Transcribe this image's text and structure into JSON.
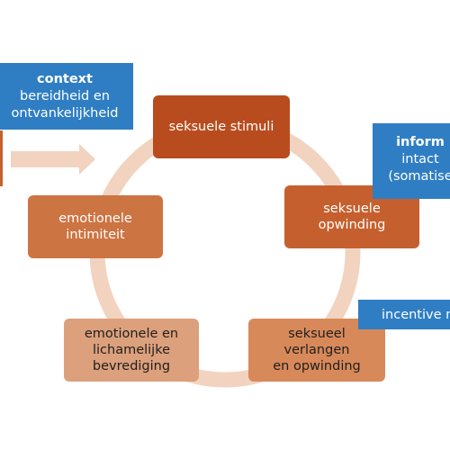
{
  "diagram": {
    "nodes": {
      "seksuele_stimuli": "seksuele stimuli",
      "seksuele_opwinding": "seksuele opwinding",
      "verlangen_line1": "seksueel verlangen",
      "verlangen_line2": "en opwinding",
      "bevrediging_line1": "emotionele en",
      "bevrediging_line2": "lichamelijke",
      "bevrediging_line3": "bevrediging",
      "intimiteit_line1": "emotionele",
      "intimiteit_line2": "intimiteit"
    },
    "context_box": {
      "title": "context",
      "line1": "bereidheid en",
      "line2": "ontvankelijkheid"
    },
    "info_box": {
      "title": "inform",
      "line1": "intact",
      "line2": "(somatise"
    },
    "incentive_box": {
      "label": "incentive m"
    },
    "colors": {
      "blue": "#2f7ec3",
      "ring": "#f1d3c0",
      "dark_orange": "#b84c1f"
    }
  }
}
